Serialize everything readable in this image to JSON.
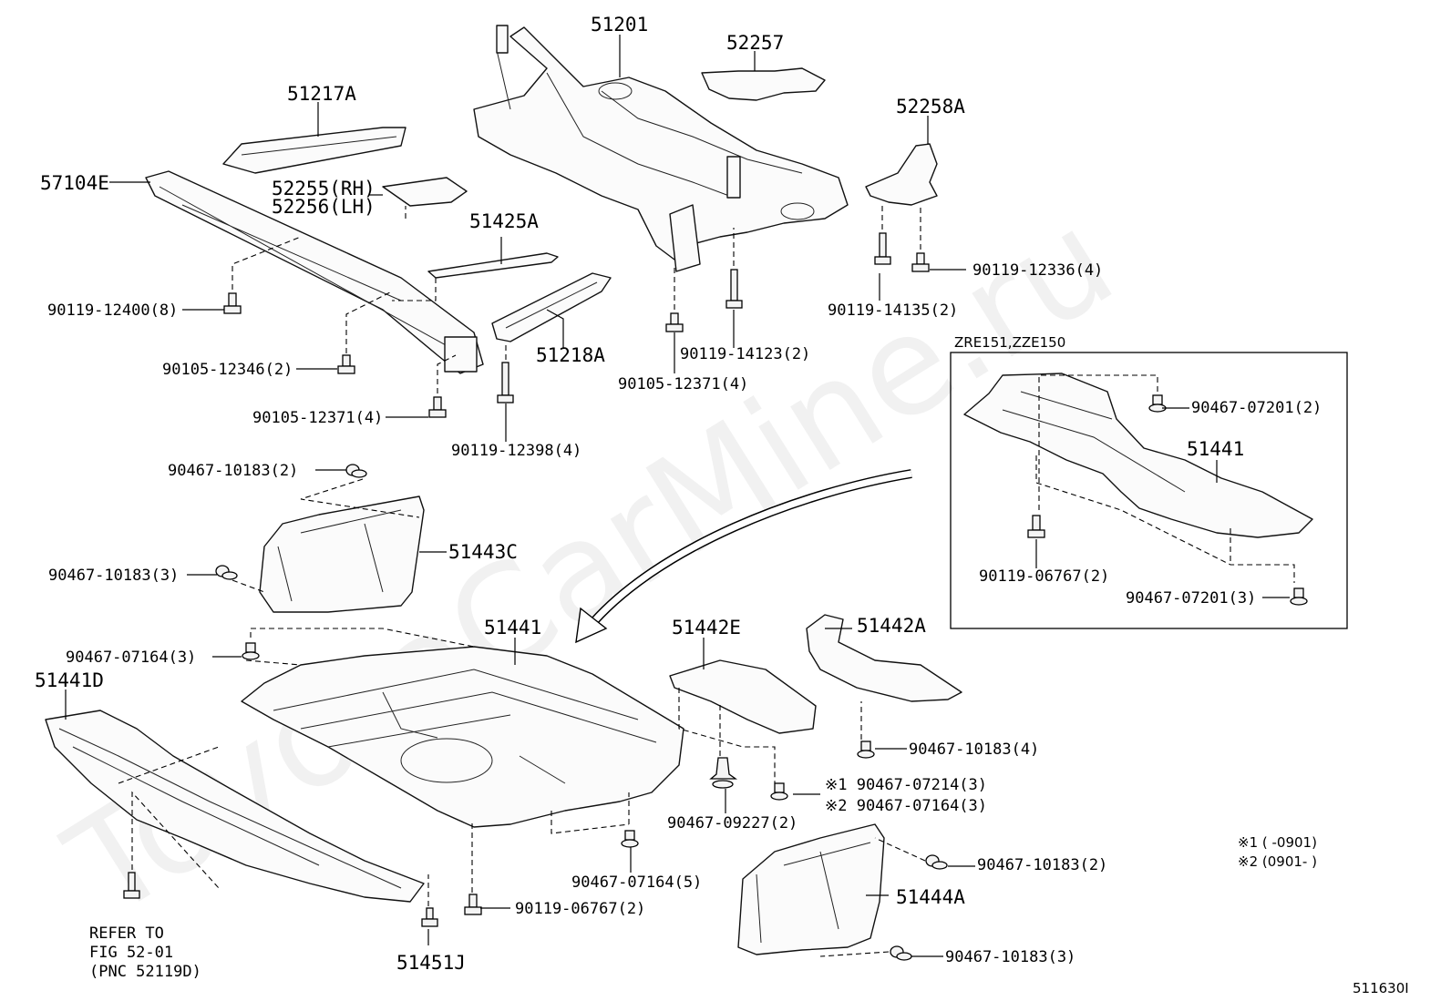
{
  "watermark": "ToyotaCarMine.ru",
  "figure_id": "511630I",
  "inset": {
    "title": "ZRE151,ZZE150"
  },
  "notes": {
    "note1": "※1 (    -0901)",
    "note2": "※2 (0901-    )"
  },
  "refer": {
    "line1": "REFER TO",
    "line2": "FIG 52-01",
    "line3": "(PNC 52119D)"
  },
  "parts": [
    {
      "id": "p51201",
      "text": "51201"
    },
    {
      "id": "p52257",
      "text": "52257"
    },
    {
      "id": "p51217A",
      "text": "51217A"
    },
    {
      "id": "p52258A",
      "text": "52258A"
    },
    {
      "id": "p57104E",
      "text": "57104E"
    },
    {
      "id": "p52255",
      "text": "52255(RH)"
    },
    {
      "id": "p52256",
      "text": "52256(LH)"
    },
    {
      "id": "p51425A",
      "text": "51425A"
    },
    {
      "id": "p90119_12336",
      "text": "90119-12336(4)"
    },
    {
      "id": "p90119_12400",
      "text": "90119-12400(8)"
    },
    {
      "id": "p90119_14135",
      "text": "90119-14135(2)"
    },
    {
      "id": "p51218A",
      "text": "51218A"
    },
    {
      "id": "p90119_14123",
      "text": "90119-14123(2)"
    },
    {
      "id": "p90105_12346",
      "text": "90105-12346(2)"
    },
    {
      "id": "p90105_12371a",
      "text": "90105-12371(4)"
    },
    {
      "id": "p90105_12371b",
      "text": "90105-12371(4)"
    },
    {
      "id": "p90467_07201a",
      "text": "90467-07201(2)"
    },
    {
      "id": "p51441_inset",
      "text": "51441"
    },
    {
      "id": "p90119_12398",
      "text": "90119-12398(4)"
    },
    {
      "id": "p90467_10183a",
      "text": "90467-10183(2)"
    },
    {
      "id": "p51443C",
      "text": "51443C"
    },
    {
      "id": "p90467_10183b",
      "text": "90467-10183(3)"
    },
    {
      "id": "p90119_06767_inset",
      "text": "90119-06767(2)"
    },
    {
      "id": "p90467_07201b",
      "text": "90467-07201(3)"
    },
    {
      "id": "p51441",
      "text": "51441"
    },
    {
      "id": "p51442E",
      "text": "51442E"
    },
    {
      "id": "p51442A",
      "text": "51442A"
    },
    {
      "id": "p90467_07164a",
      "text": "90467-07164(3)"
    },
    {
      "id": "p51441D",
      "text": "51441D"
    },
    {
      "id": "p90467_10183c",
      "text": "90467-10183(4)"
    },
    {
      "id": "p90467_07214",
      "text": "※1 90467-07214(3)"
    },
    {
      "id": "p90467_07164b",
      "text": "※2 90467-07164(3)"
    },
    {
      "id": "p90467_09227",
      "text": "90467-09227(2)"
    },
    {
      "id": "p90467_10183d",
      "text": "90467-10183(2)"
    },
    {
      "id": "p90467_07164c",
      "text": "90467-07164(5)"
    },
    {
      "id": "p51444A",
      "text": "51444A"
    },
    {
      "id": "p90119_06767",
      "text": "90119-06767(2)"
    },
    {
      "id": "p51451J",
      "text": "51451J"
    },
    {
      "id": "p90467_10183e",
      "text": "90467-10183(3)"
    }
  ]
}
